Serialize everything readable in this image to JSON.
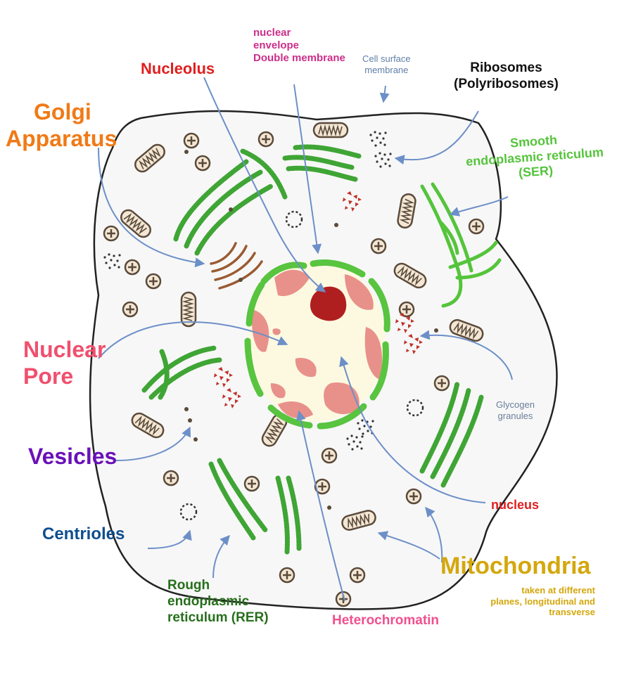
{
  "labels": {
    "nuclear_envelope": [
      "nuclear",
      "envelope",
      "Double membrane"
    ],
    "cell_surface_membrane": [
      "Cell surface",
      "membrane"
    ],
    "nucleolus": "Nucleolus",
    "ribosomes": [
      "Ribosomes",
      "(Polyribosomes)"
    ],
    "golgi": [
      "Golgi",
      "Apparatus"
    ],
    "ser": [
      "Smooth",
      "endoplasmic reticulum",
      "(SER)"
    ],
    "nuclear_pore": [
      "Nuclear",
      "Pore"
    ],
    "glycogen": [
      "Glycogen",
      "granules"
    ],
    "vesicles": "Vesicles",
    "nucleus": "nucleus",
    "centrioles": "Centrioles",
    "mitochondria": "Mitochondria",
    "mito_note": [
      "taken at different",
      "planes, longitudinal and",
      "transverse"
    ],
    "rer": [
      "Rough",
      "endoplasmic",
      "reticulum (RER)"
    ],
    "heterochromatin": "Heterochromatin"
  },
  "colors": {
    "nuclear_envelope": "#cc2e8a",
    "cell_surface_membrane": "#5f7fa8",
    "nucleolus": "#e01e1e",
    "ribosomes": "#111111",
    "golgi": "#f07a17",
    "ser": "#55c43c",
    "nuclear_pore": "#f0506e",
    "glycogen": "#6a7e9a",
    "vesicles": "#6a10b8",
    "nucleus": "#e01e1e",
    "centrioles": "#0f4e8e",
    "mitochondria": "#d4a70c",
    "rer": "#276f1c",
    "heterochromatin": "#f0508c",
    "arrow": "#6c8fc8"
  }
}
